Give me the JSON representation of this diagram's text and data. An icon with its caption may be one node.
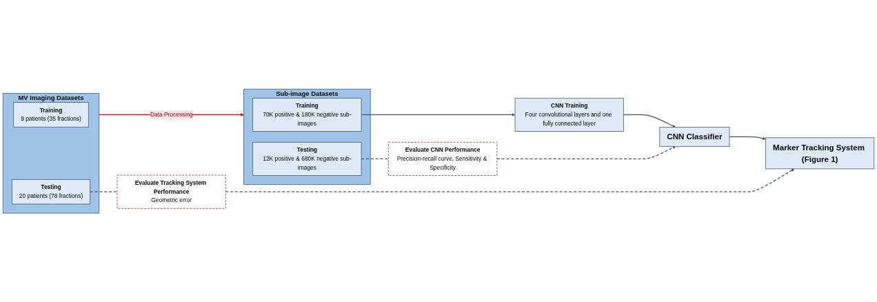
{
  "diagram": {
    "nodes": [
      {
        "text": [
          "MV Imaging Datasets"
        ]
      },
      {
        "text": [
          "Training",
          "9 patients (35 fractions)"
        ],
        "in": 0
      },
      {
        "text": [
          "Testing",
          "20 patients (78 fractions)"
        ],
        "in": 0
      },
      {
        "text": [
          "Sub-image Datasets"
        ]
      },
      {
        "text": [
          "Training",
          "70K positive & 180K negative sub-images"
        ],
        "in": 3
      },
      {
        "text": [
          "Testing",
          "12K positive & 680K negative sub-images"
        ],
        "in": 3
      },
      {
        "text": [
          "CNN Training",
          "Four convolutional layers and one fully connected layer"
        ]
      },
      {
        "text": [
          "CNN Classifier"
        ]
      },
      {
        "text": [
          "Evaluate CNN Performance",
          "Precision-recall curve, Sensitivity & Specificity"
        ]
      },
      {
        "text": [
          "Evaluate Tracking System Performance",
          "Geometric error"
        ]
      },
      {
        "text": [
          "Marker Tracking System (Figure 1)"
        ]
      }
    ],
    "edges": [
      {
        "from": 0,
        "to": 3,
        "arrow": "to",
        "label": "Data Processing",
        "color": "#c00000"
      },
      {
        "from": 4,
        "to": 6,
        "arrow": "to"
      },
      {
        "from": 6,
        "to": 7,
        "arrow": "to"
      },
      {
        "from": 7,
        "to": 10,
        "arrow": "to"
      },
      {
        "from": 5,
        "to": 8,
        "arrow": "none",
        "style": "dashed"
      },
      {
        "from": 8,
        "to": 7,
        "arrow": "to",
        "style": "dashed"
      },
      {
        "from": 2,
        "to": 9,
        "arrow": "none",
        "style": "dashed"
      },
      {
        "from": 9,
        "to": 10,
        "arrow": "to",
        "style": "dashed"
      }
    ]
  }
}
